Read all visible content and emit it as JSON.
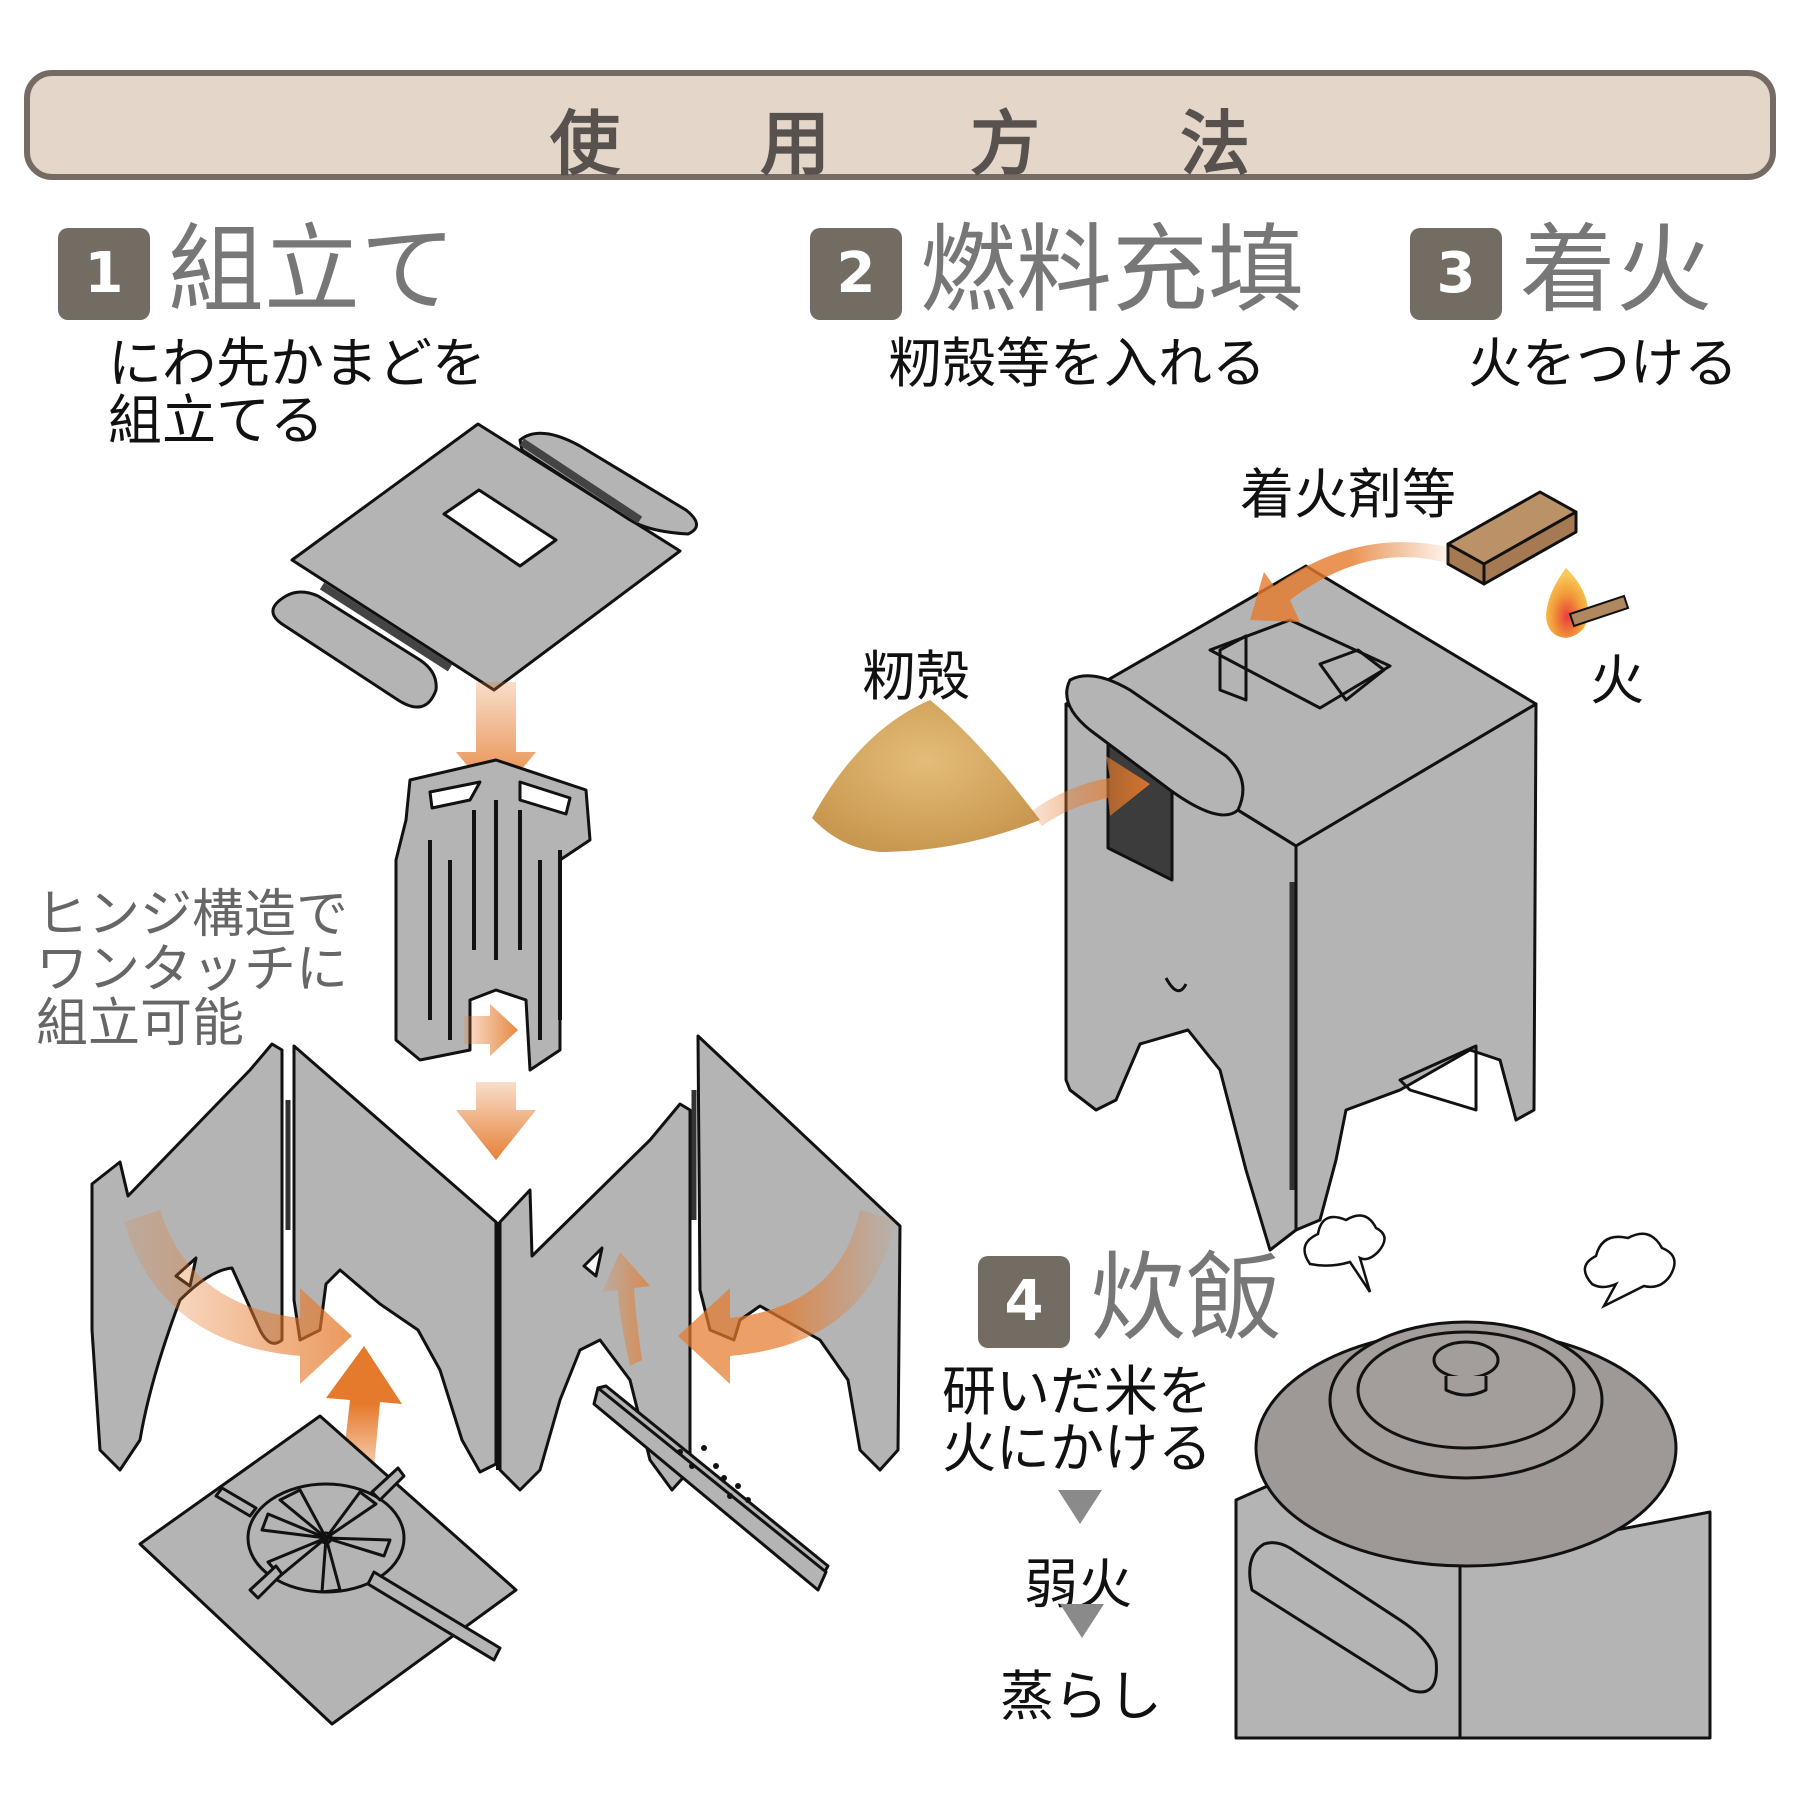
{
  "header": {
    "title": "使用方法"
  },
  "steps": [
    {
      "number": "1",
      "title": "組立て",
      "description": "にわ先かまどを\n組立てる"
    },
    {
      "number": "2",
      "title": "燃料充填",
      "description": "籾殻等を入れる"
    },
    {
      "number": "3",
      "title": "着火",
      "description": "火をつける"
    },
    {
      "number": "4",
      "title": "炊飯",
      "description": "研いだ米を\n火にかける",
      "sequence": [
        "弱火",
        "蒸らし"
      ]
    }
  ],
  "annotations": {
    "hinge_note": "ヒンジ構造で\nワンタッチに\n組立可能",
    "rice_husk": "籾殻",
    "fire_starter": "着火剤等",
    "fire": "火"
  },
  "colors": {
    "title_bg": "#e4d7c9",
    "title_border": "#756a64",
    "badge": "#736c62",
    "metal": "#b4b4b4",
    "arrow": "#e57a2c",
    "pot": "#9e9896",
    "husk": "#d9b06a",
    "wood": "#b08860"
  }
}
